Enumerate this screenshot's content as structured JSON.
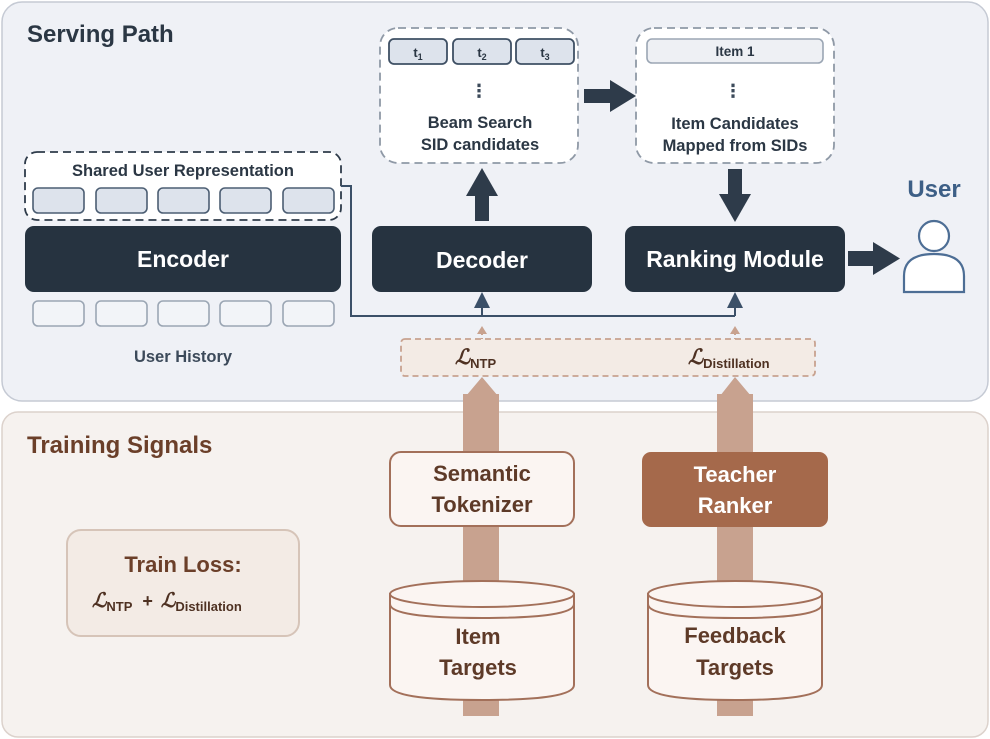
{
  "serving": {
    "title": "Serving Path",
    "shared_repr_label": "Shared User Representation",
    "encoder_label": "Encoder",
    "user_history_label": "User History",
    "decoder_label": "Decoder",
    "beam_tokens": [
      "t",
      "t",
      "t"
    ],
    "beam_token_subs": [
      "1",
      "2",
      "3"
    ],
    "beam_ellipsis": "⋮",
    "beam_line1": "Beam Search",
    "beam_line2": "SID candidates",
    "item1_label": "Item 1",
    "item_ellipsis": "⋮",
    "cand_line1": "Item Candidates",
    "cand_line2": "Mapped from SIDs",
    "ranking_label": "Ranking Module",
    "user_label": "User",
    "loss_ntp_script": "ℒ",
    "loss_ntp_sub": "NTP",
    "loss_dist_script": "ℒ",
    "loss_dist_sub": "Distillation"
  },
  "training": {
    "title": "Training Signals",
    "tokenizer_line1": "Semantic",
    "tokenizer_line2": "Tokenizer",
    "teacher_line1": "Teacher",
    "teacher_line2": "Ranker",
    "item_targets_line1": "Item",
    "item_targets_line2": "Targets",
    "feedback_line1": "Feedback",
    "feedback_line2": "Targets",
    "train_loss_title": "Train Loss:",
    "train_loss_script1": "ℒ",
    "train_loss_sub1": "NTP",
    "train_loss_plus": "+",
    "train_loss_script2": "ℒ",
    "train_loss_sub2": "Distillation"
  },
  "colors": {
    "dark": "#263340",
    "serving_bg": "#eff1f6",
    "training_bg": "#f6f2ef",
    "brown_text": "#6b3f29",
    "teacher_fill": "#a5694b",
    "pillar": "#c8a28f"
  }
}
